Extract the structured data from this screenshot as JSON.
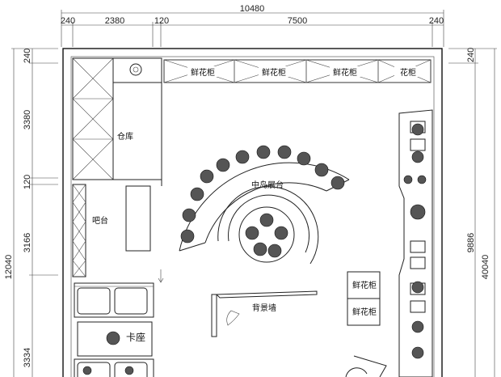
{
  "dimensions": {
    "top_total": "10480",
    "top_segments": [
      "240",
      "2380",
      "120",
      "7500",
      "240"
    ],
    "left_total": "12040",
    "left_segments": [
      "240",
      "3380",
      "120",
      "3166",
      "3334"
    ],
    "right_total": "40040",
    "right_segments": [
      "240",
      "9886"
    ]
  },
  "labels": {
    "warehouse": "仓库",
    "bar_counter": "吧台",
    "island_display": "中岛展台",
    "backdrop_wall": "背景墙",
    "booth": "卡座",
    "flower_cabinet_1": "鲜花柜",
    "flower_cabinet_2": "鲜花柜",
    "flower_cabinet_3": "鲜花柜",
    "flower_cabinet_4": "花柜",
    "flower_cabinet_5": "鲜花柜",
    "flower_cabinet_6": "鲜花柜"
  },
  "colors": {
    "line": "#222222",
    "background": "#ffffff"
  }
}
